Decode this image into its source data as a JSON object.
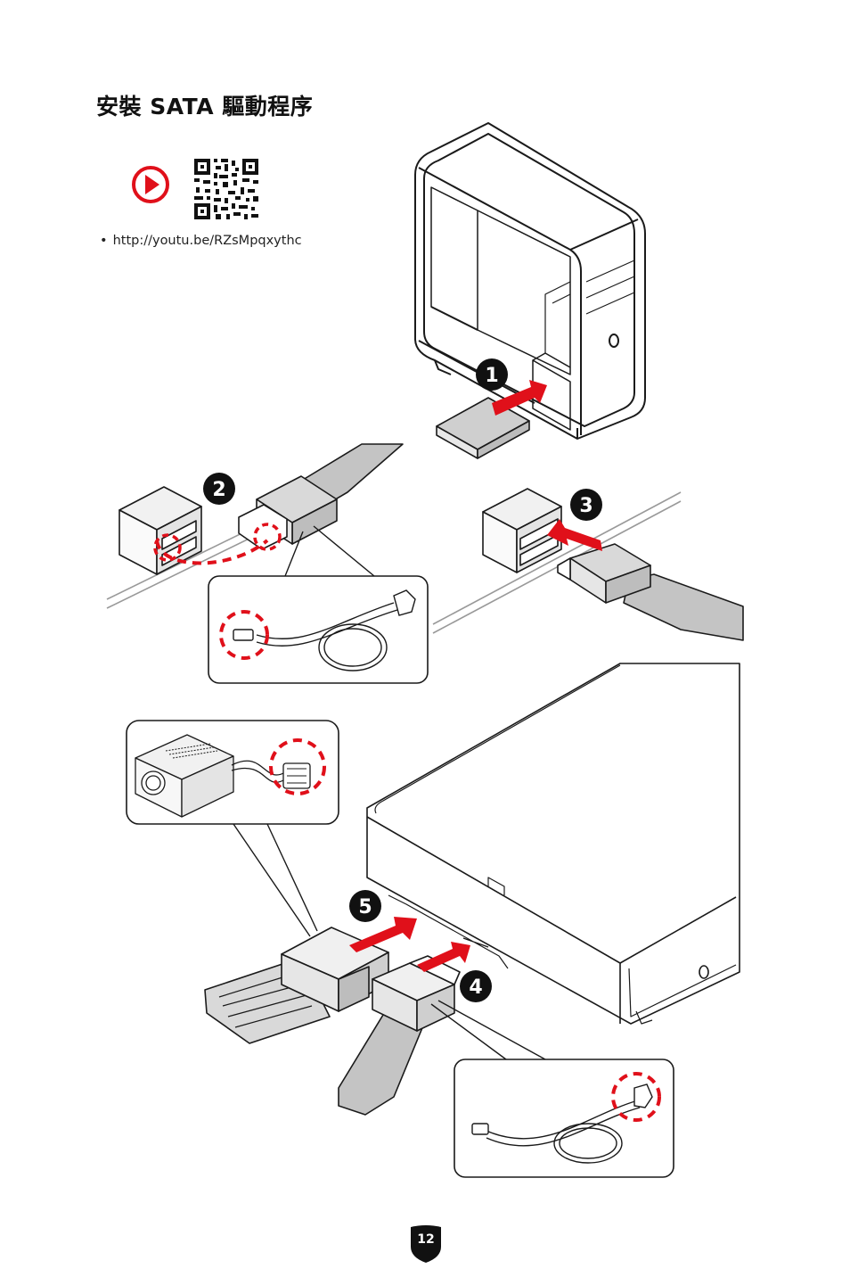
{
  "header": {
    "title": "安裝 SATA 驅動程序"
  },
  "video": {
    "url": "http://youtu.be/RZsMpqxythc"
  },
  "steps": [
    "1",
    "2",
    "3",
    "4",
    "5"
  ],
  "footer": {
    "page_number": "12"
  },
  "colors": {
    "accent": "#e0101a",
    "outline": "#1a1a1a",
    "cable": "#bdbdbd"
  }
}
